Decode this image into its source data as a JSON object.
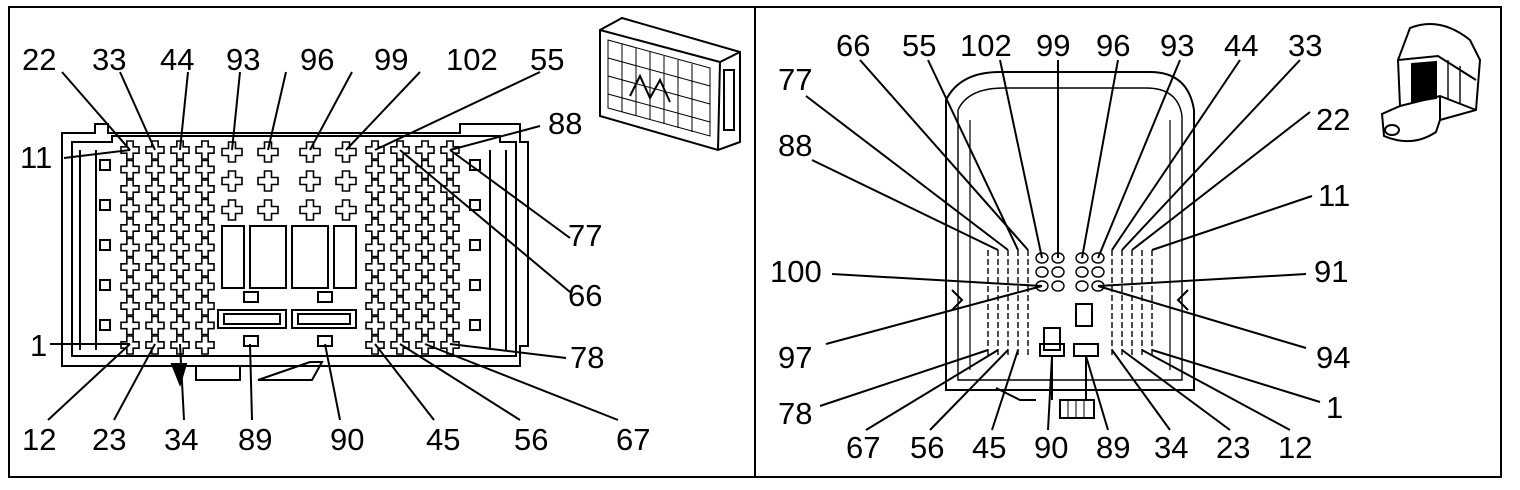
{
  "left_view": {
    "callouts": [
      {
        "id": "L-22",
        "text": "22"
      },
      {
        "id": "L-33",
        "text": "33"
      },
      {
        "id": "L-44",
        "text": "44"
      },
      {
        "id": "L-93",
        "text": "93"
      },
      {
        "id": "L-96",
        "text": "96"
      },
      {
        "id": "L-99",
        "text": "99"
      },
      {
        "id": "L-102",
        "text": "102"
      },
      {
        "id": "L-55",
        "text": "55"
      },
      {
        "id": "L-11",
        "text": "11"
      },
      {
        "id": "L-88",
        "text": "88"
      },
      {
        "id": "L-77",
        "text": "77"
      },
      {
        "id": "L-66",
        "text": "66"
      },
      {
        "id": "L-1",
        "text": "1"
      },
      {
        "id": "L-78",
        "text": "78"
      },
      {
        "id": "L-12",
        "text": "12"
      },
      {
        "id": "L-23",
        "text": "23"
      },
      {
        "id": "L-34",
        "text": "34"
      },
      {
        "id": "L-89",
        "text": "89"
      },
      {
        "id": "L-90",
        "text": "90"
      },
      {
        "id": "L-45",
        "text": "45"
      },
      {
        "id": "L-56",
        "text": "56"
      },
      {
        "id": "L-67",
        "text": "67"
      }
    ]
  },
  "right_view": {
    "callouts": [
      {
        "id": "R-66",
        "text": "66"
      },
      {
        "id": "R-55",
        "text": "55"
      },
      {
        "id": "R-102",
        "text": "102"
      },
      {
        "id": "R-99",
        "text": "99"
      },
      {
        "id": "R-96",
        "text": "96"
      },
      {
        "id": "R-93",
        "text": "93"
      },
      {
        "id": "R-44",
        "text": "44"
      },
      {
        "id": "R-33",
        "text": "33"
      },
      {
        "id": "R-77",
        "text": "77"
      },
      {
        "id": "R-88",
        "text": "88"
      },
      {
        "id": "R-22",
        "text": "22"
      },
      {
        "id": "R-11",
        "text": "11"
      },
      {
        "id": "R-100",
        "text": "100"
      },
      {
        "id": "R-91",
        "text": "91"
      },
      {
        "id": "R-97",
        "text": "97"
      },
      {
        "id": "R-94",
        "text": "94"
      },
      {
        "id": "R-78",
        "text": "78"
      },
      {
        "id": "R-1",
        "text": "1"
      },
      {
        "id": "R-67",
        "text": "67"
      },
      {
        "id": "R-56",
        "text": "56"
      },
      {
        "id": "R-45",
        "text": "45"
      },
      {
        "id": "R-90",
        "text": "90"
      },
      {
        "id": "R-89",
        "text": "89"
      },
      {
        "id": "R-34",
        "text": "34"
      },
      {
        "id": "R-23",
        "text": "23"
      },
      {
        "id": "R-12",
        "text": "12"
      }
    ]
  }
}
